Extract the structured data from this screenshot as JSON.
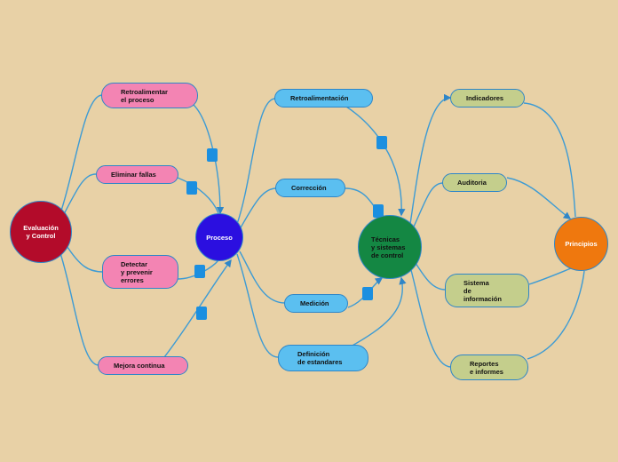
{
  "nodes": {
    "evaluacion": "Evaluación\ny Control",
    "proceso": "Proceso",
    "tecnicas": "Técnicas\ny sistemas\nde control",
    "principios": "Principios",
    "retroalimentar": "Retroalimentar\nel proceso",
    "eliminar": "Eliminar fallas",
    "detectar": "Detectar\ny prevenir\nerrores",
    "mejora": "Mejora continua",
    "retroalimentacion": "Retroalimentación",
    "correccion": "Corrección",
    "medicion": "Medición",
    "definicion": "Definición\nde estandares",
    "indicadores": "Indicadores",
    "auditoria": "Auditoria",
    "sistema": "Sistema\nde\ninformación",
    "reportes": "Reportes\ne informes"
  },
  "colors": {
    "background": "#e8d1a6",
    "evaluacion": "#b30b2a",
    "proceso": "#2b0fe0",
    "tecnicas": "#148743",
    "principios": "#ef780e",
    "pink": "#f384b3",
    "blue": "#5bbff0",
    "olive": "#c4ce8c",
    "line": "#3d9bd4"
  }
}
